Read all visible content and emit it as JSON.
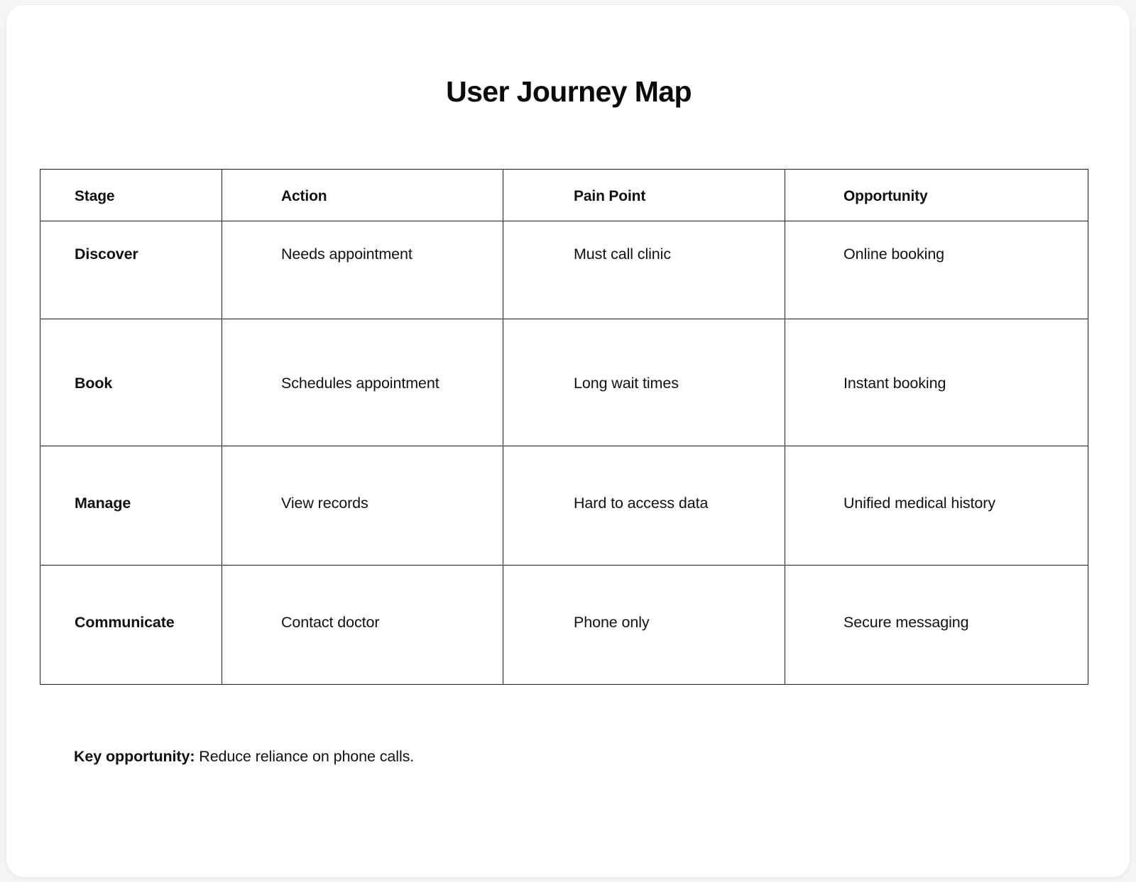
{
  "page": {
    "title": "User Journey Map",
    "background_color": "#f6f6f7",
    "card_color": "#ffffff",
    "text_color": "#111111",
    "border_color": "#1b1b1b"
  },
  "table": {
    "columns": [
      {
        "key": "stage",
        "label": "Stage"
      },
      {
        "key": "action",
        "label": "Action"
      },
      {
        "key": "pain",
        "label": "Pain Point"
      },
      {
        "key": "opportunity",
        "label": "Opportunity"
      }
    ],
    "rows": [
      {
        "stage": "Discover",
        "action": "Needs appointment",
        "pain": "Must call clinic",
        "opportunity": "Online booking"
      },
      {
        "stage": "Book",
        "action": "Schedules appointment",
        "pain": "Long wait times",
        "opportunity": "Instant booking"
      },
      {
        "stage": "Manage",
        "action": "View records",
        "pain": "Hard to access data",
        "opportunity": "Unified medical history"
      },
      {
        "stage": "Communicate",
        "action": "Contact doctor",
        "pain": "Phone only",
        "opportunity": "Secure messaging"
      }
    ]
  },
  "footer": {
    "label": "Key opportunity:",
    "text": " Reduce reliance on phone calls."
  }
}
